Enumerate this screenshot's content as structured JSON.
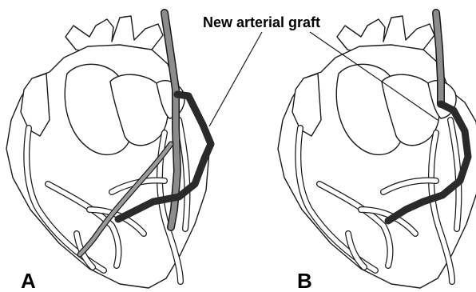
{
  "figure": {
    "callout_label": "New arterial graft",
    "panels": [
      {
        "label": "A"
      },
      {
        "label": "B"
      }
    ],
    "colors": {
      "outline": "#1a1a1a",
      "graft_light": "#8c8c8c",
      "graft_dark": "#3a3a3a",
      "heart_fill": "#ffffff",
      "background": "#ffffff"
    }
  }
}
